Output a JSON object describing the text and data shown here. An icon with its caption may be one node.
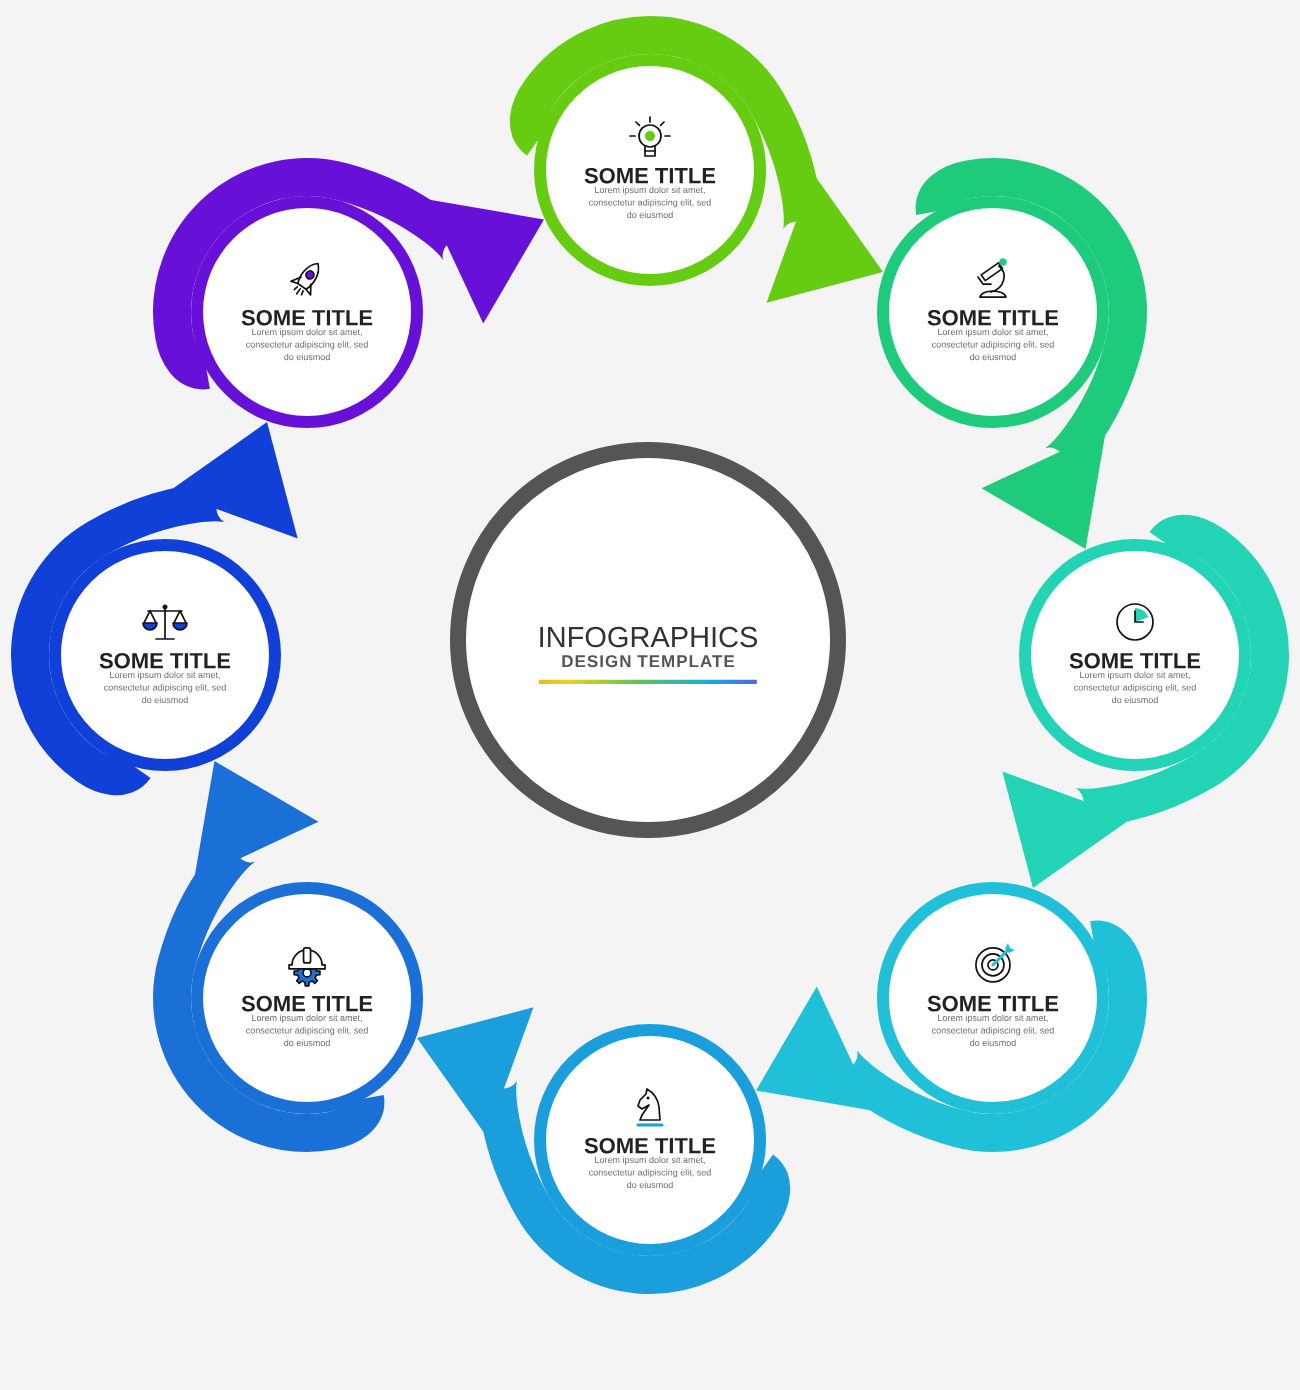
{
  "diagram": {
    "nodes": [
      {
        "text": [
          "INFOGRAPHICS",
          "DESIGN TEMPLATE"
        ]
      },
      {
        "text": [
          "SOME TITLE",
          "Lorem ipsum dolor sit amet, consectetur adipiscing elit, sed do eiusmod"
        ]
      },
      {
        "text": [
          "SOME TITLE",
          "Lorem ipsum dolor sit amet, consectetur adipiscing elit, sed do eiusmod"
        ]
      },
      {
        "text": [
          "SOME TITLE",
          "Lorem ipsum dolor sit amet, consectetur adipiscing elit, sed do eiusmod"
        ]
      },
      {
        "text": [
          "SOME TITLE",
          "Lorem ipsum dolor sit amet, consectetur adipiscing elit, sed do eiusmod"
        ]
      },
      {
        "text": [
          "SOME TITLE",
          "Lorem ipsum dolor sit amet, consectetur adipiscing elit, sed do eiusmod"
        ]
      },
      {
        "text": [
          "SOME TITLE",
          "Lorem ipsum dolor sit amet, consectetur adipiscing elit, sed do eiusmod"
        ]
      },
      {
        "text": [
          "SOME TITLE",
          "Lorem ipsum dolor sit amet, consectetur adipiscing elit, sed do eiusmod"
        ]
      },
      {
        "text": [
          "SOME TITLE",
          "Lorem ipsum dolor sit amet, consectetur adipiscing elit, sed do eiusmod"
        ]
      }
    ],
    "edges": [
      {
        "from": 1,
        "to": 2,
        "arrow": "to",
        "color": "#66cc11"
      },
      {
        "from": 2,
        "to": 3,
        "arrow": "to",
        "color": "#1ecb7b"
      },
      {
        "from": 3,
        "to": 4,
        "arrow": "to",
        "color": "#22d3b5"
      },
      {
        "from": 4,
        "to": 5,
        "arrow": "to",
        "color": "#20c0d8"
      },
      {
        "from": 5,
        "to": 6,
        "arrow": "to",
        "color": "#1b9fdc"
      },
      {
        "from": 6,
        "to": 7,
        "arrow": "to",
        "color": "#1a70d6"
      },
      {
        "from": 7,
        "to": 8,
        "arrow": "to",
        "color": "#1040d8"
      },
      {
        "from": 8,
        "to": 1,
        "arrow": "to",
        "color": "#6610d8"
      }
    ]
  }
}
